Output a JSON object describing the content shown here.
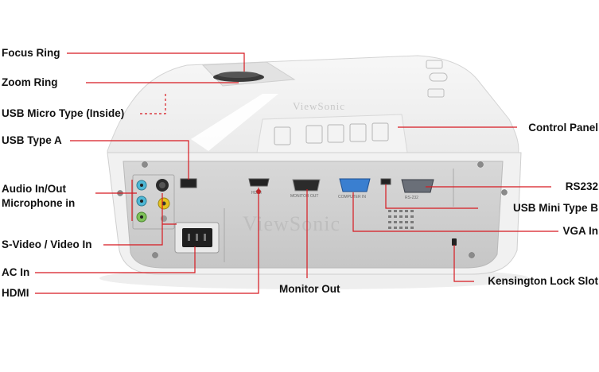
{
  "brand": "ViewSonic",
  "accent_color": "#d71920",
  "labels": {
    "focus_ring": "Focus Ring",
    "zoom_ring": "Zoom Ring",
    "usb_micro": "USB Micro Type (Inside)",
    "usb_type_a": "USB Type A",
    "audio_in_out": "Audio In/Out",
    "microphone_in": "Microphone in",
    "svideo_video_in": "S-Video / Video In",
    "ac_in": "AC In",
    "hdmi": "HDMI",
    "monitor_out": "Monitor Out",
    "control_panel": "Control Panel",
    "rs232": "RS232",
    "usb_mini_type_b": "USB Mini Type B",
    "vga_in": "VGA In",
    "kensington_lock_slot": "Kensington Lock Slot"
  },
  "port_labels": {
    "hdmi": "HDMI",
    "monitor_out": "MONITOR OUT",
    "vga_in": "COMPUTER IN",
    "rs232": "RS-232"
  }
}
